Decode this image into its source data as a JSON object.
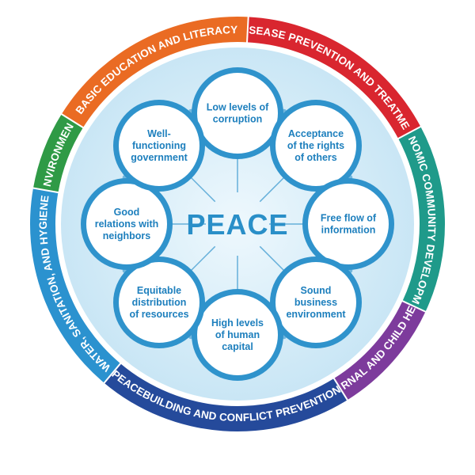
{
  "center": {
    "label": "PEACE"
  },
  "pillars": [
    {
      "id": "corruption",
      "lines": [
        "Low levels of",
        "corruption"
      ]
    },
    {
      "id": "acceptance",
      "lines": [
        "Acceptance",
        "of the rights",
        "of others"
      ]
    },
    {
      "id": "information",
      "lines": [
        "Free flow of",
        "information"
      ]
    },
    {
      "id": "business",
      "lines": [
        "Sound",
        "business",
        "environment"
      ]
    },
    {
      "id": "human-capital",
      "lines": [
        "High levels",
        "of human",
        "capital"
      ]
    },
    {
      "id": "distribution",
      "lines": [
        "Equitable",
        "distribution",
        "of resources"
      ]
    },
    {
      "id": "neighbors",
      "lines": [
        "Good",
        "relations with",
        "neighbors"
      ]
    },
    {
      "id": "government",
      "lines": [
        "Well-",
        "functioning",
        "government"
      ]
    }
  ],
  "segments": [
    {
      "id": "disease",
      "label": "DISEASE PREVENTION AND TREATMENT",
      "color": "#d9262f"
    },
    {
      "id": "economic",
      "label": "ECONOMIC COMMUNITY DEVELOPMENT",
      "color": "#1f9a8a"
    },
    {
      "id": "maternal",
      "label": "MATERNAL AND CHILD HEALTH",
      "color": "#7d3b9c"
    },
    {
      "id": "peacebuilding",
      "label": "PEACEBUILDING AND CONFLICT PREVENTION",
      "color": "#254a9b"
    },
    {
      "id": "water",
      "label": "WATER, SANITATION, AND HYGIENE",
      "color": "#2b92cf"
    },
    {
      "id": "environment",
      "label": "ENVIRONMENT",
      "color": "#2f9a46"
    },
    {
      "id": "education",
      "label": "BASIC EDUCATION AND LITERACY",
      "color": "#ea6b23"
    }
  ],
  "colors": {
    "node_border": "#2f93cc",
    "node_fill": "#ffffff",
    "inner_fill": "#d9eef8",
    "text": "#1d7fbd"
  }
}
